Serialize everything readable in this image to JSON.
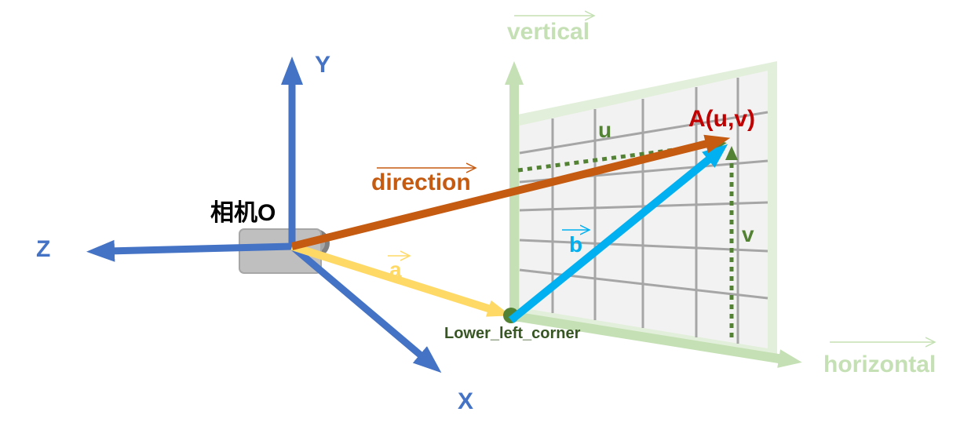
{
  "labels": {
    "y_axis": "Y",
    "z_axis": "Z",
    "x_axis": "X",
    "camera": "相机O",
    "vertical": "vertical",
    "horizontal": "horizontal",
    "direction": "direction",
    "point": "A(u,v)",
    "u": "u",
    "v": "v",
    "a": "a",
    "b": "b",
    "corner": "Lower_left_corner"
  },
  "colors": {
    "axis_blue": "#4472c4",
    "plane_green": "#c5e0b4",
    "direction_orange": "#c55a11",
    "point_red": "#c00000",
    "uv_green": "#548235",
    "a_yellow": "#ffd966",
    "b_cyan": "#00b0f0",
    "corner_text": "#375623",
    "grid_fill": "#f2f2f2",
    "grid_line": "#a6a6a6"
  }
}
